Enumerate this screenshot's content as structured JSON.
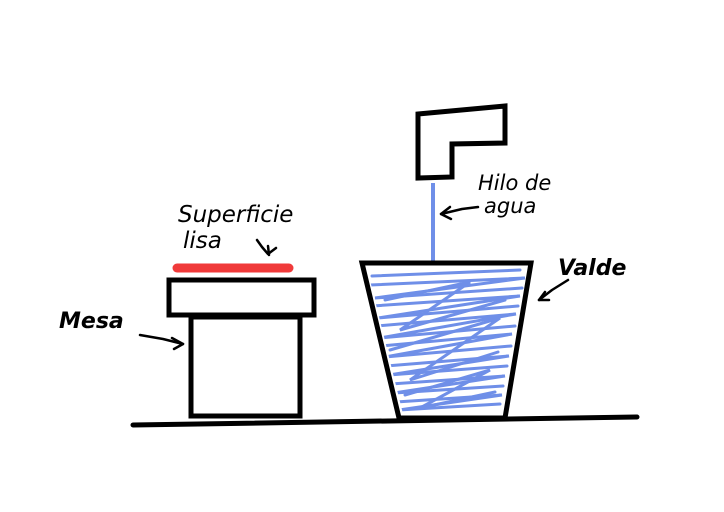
{
  "labels": {
    "surface_line1": "Superficie",
    "surface_line2": "lisa",
    "table": "Mesa",
    "water": "Hilo de",
    "water_line2": "agua",
    "bucket": "Valde"
  },
  "colors": {
    "ink": "#000000",
    "surface": "#f03a3a",
    "water": "#6f8fe8",
    "background": "#ffffff"
  }
}
